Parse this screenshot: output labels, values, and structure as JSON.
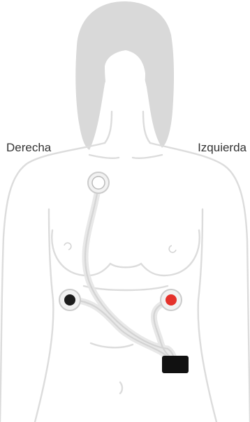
{
  "labels": {
    "patient_right": "Derecha",
    "patient_left": "Izquierda"
  },
  "colors": {
    "body_outline": "#dcdcdc",
    "hair": "#d9d9d9",
    "lead_wire": "#d8d8d8",
    "electrode_ring": "#c9c9c9",
    "electrode_white": "#ffffff",
    "electrode_black": "#1c1c1c",
    "electrode_red": "#e4312a",
    "monitor_device": "#111111"
  },
  "electrodes": [
    {
      "name": "white-electrode",
      "position": "upper chest",
      "color": "white"
    },
    {
      "name": "black-electrode",
      "position": "lower right torso",
      "color": "black"
    },
    {
      "name": "red-electrode",
      "position": "lower left torso",
      "color": "red"
    }
  ],
  "device": {
    "name": "monitor-device",
    "color": "black"
  }
}
